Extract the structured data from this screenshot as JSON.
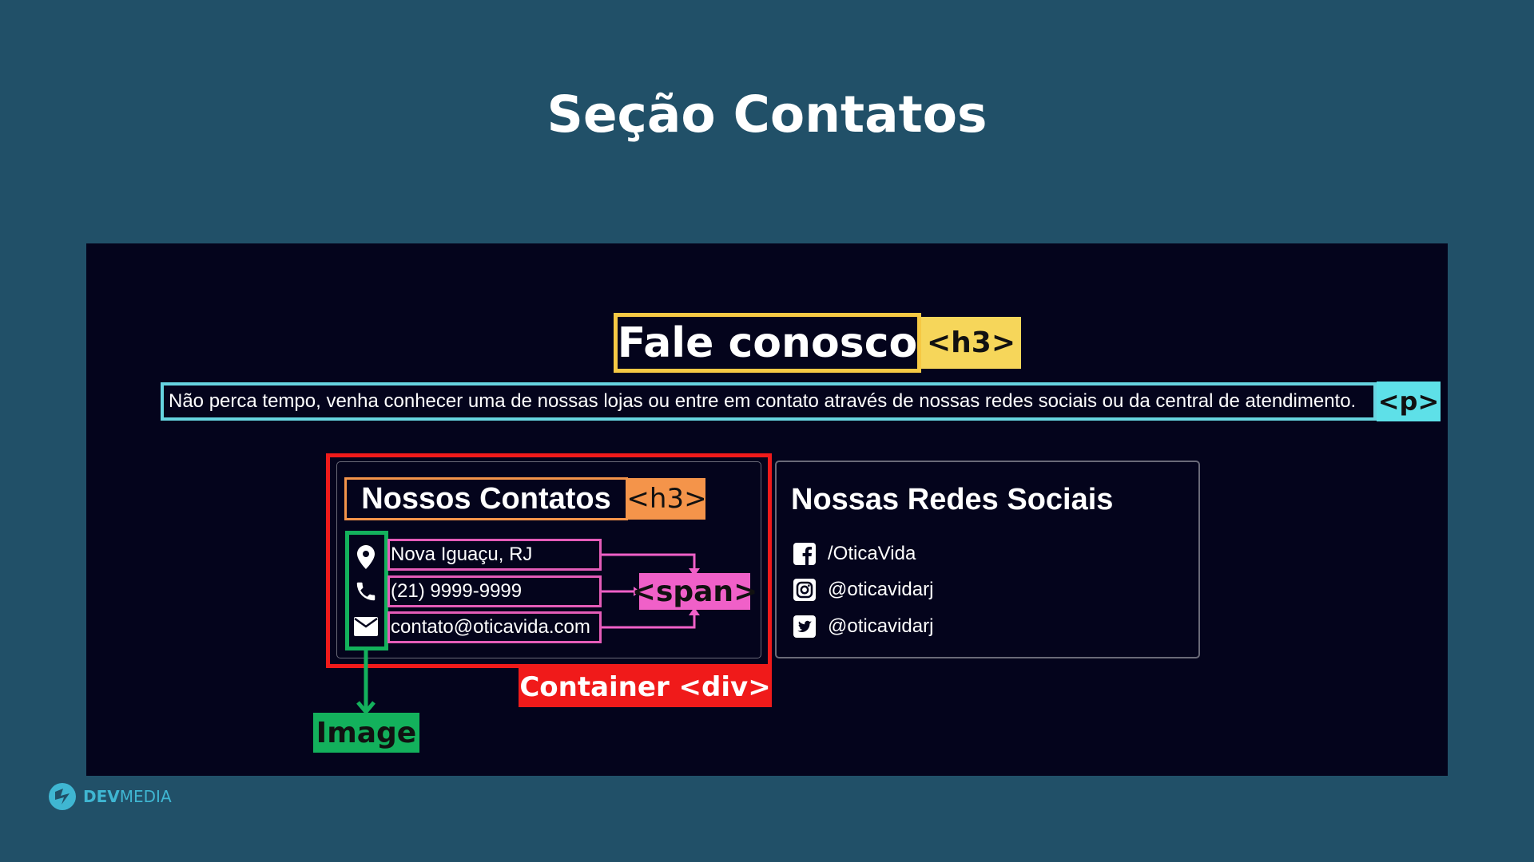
{
  "slide": {
    "title": "Seção Contatos"
  },
  "panel": {
    "heading": "Fale conosco",
    "heading_tag": "<h3>",
    "paragraph": "Não perca tempo, venha conhecer uma de nossas lojas ou entre em contato através de nossas redes sociais ou da central de atendimento.",
    "paragraph_tag": "<p>",
    "contacts": {
      "heading": "Nossos Contatos",
      "heading_tag": "<h3>",
      "items": [
        {
          "icon": "map-marker-icon",
          "text": "Nova Iguaçu, RJ"
        },
        {
          "icon": "phone-icon",
          "text": "(21) 9999-9999"
        },
        {
          "icon": "envelope-icon",
          "text": "contato@oticavida.com"
        }
      ],
      "span_tag": "<span>",
      "container_tag": "Container <div>",
      "image_tag": "Image"
    },
    "social": {
      "heading": "Nossas Redes Sociais",
      "items": [
        {
          "icon": "facebook-icon",
          "text": "/OticaVida"
        },
        {
          "icon": "instagram-icon",
          "text": "@oticavidarj"
        },
        {
          "icon": "twitter-icon",
          "text": "@oticavidarj"
        }
      ]
    }
  },
  "brand": {
    "part1": "DEV",
    "part2": "MEDIA"
  },
  "colors": {
    "background": "#215068",
    "panel": "#04041c",
    "h3_tag": "#f6d65a",
    "p_tag": "#5ee0e8",
    "sub_h3_tag": "#f4944a",
    "span_tag": "#f060c8",
    "div_tag": "#f01a1a",
    "image_tag": "#13b15c"
  }
}
